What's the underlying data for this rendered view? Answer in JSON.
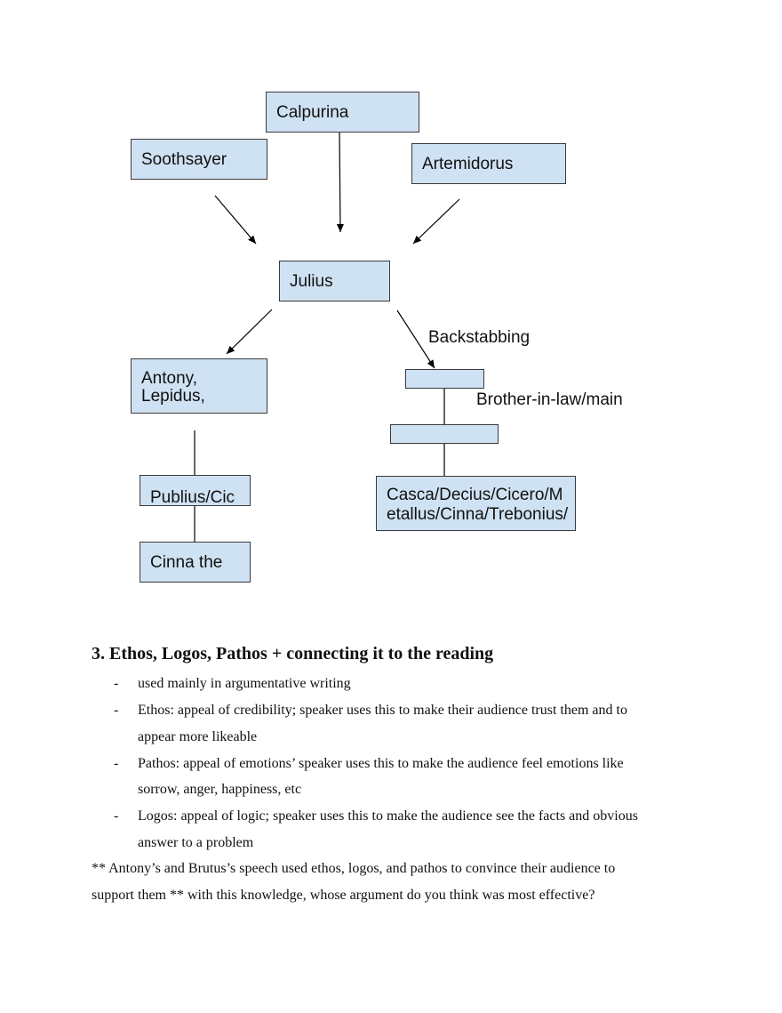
{
  "diagram": {
    "nodes": {
      "calpurina": "Calpurina",
      "soothsayer": "Soothsayer",
      "artemidorus": "Artemidorus",
      "julius": "Julius",
      "antony": "Antony,\nLepidus,",
      "publius": "Publius/Cic",
      "cinna_poet": "Cinna the",
      "casca": "Casca/Decius/Cicero/M\netallus/Cinna/Trebonius/"
    },
    "labels": {
      "backstabbing": "Backstabbing",
      "brother_in_law": "Brother-in-law/main"
    }
  },
  "section": {
    "heading": "3. Ethos, Logos, Pathos + connecting it to the reading",
    "bullets": [
      {
        "dash": "-",
        "lines": [
          "used mainly in argumentative writing"
        ]
      },
      {
        "dash": "-",
        "lines": [
          "Ethos: appeal of credibility; speaker uses this to make their audience trust them and to",
          "appear more likeable"
        ]
      },
      {
        "dash": "-",
        "lines": [
          "Pathos: appeal of emotions’ speaker uses this to make the audience feel emotions like",
          "sorrow, anger, happiness, etc"
        ]
      },
      {
        "dash": "-",
        "lines": [
          "Logos: appeal of logic; speaker uses this to make the audience see the facts and obvious",
          "answer to a problem"
        ]
      }
    ],
    "closing": [
      "** Antony’s and Brutus’s speech used ethos, logos, and pathos to convince their audience to",
      "support them ** with this knowledge, whose argument do you think was most effective?"
    ]
  }
}
